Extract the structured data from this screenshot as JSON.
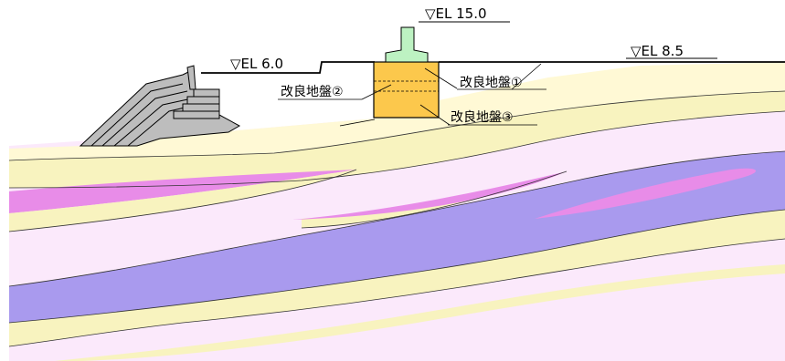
{
  "labels": {
    "el_15": "▽EL 15.0",
    "el_6": "▽EL 6.0",
    "el_8_5": "▽EL 8.5",
    "improved_ground_1": "改良地盤①",
    "improved_ground_2": "改良地盤②",
    "improved_ground_3": "改良地盤③"
  },
  "colors": {
    "cream": "#FFF9D5",
    "light_yellow": "#F8F3BF",
    "light_pink": "#FBE9FB",
    "magenta": "#E88CE8",
    "purple": "#A99AEE",
    "orange_block": "#FCC84C",
    "green_pier": "#BDF2C2",
    "gray_structure": "#BDBDBD",
    "line": "#000000"
  }
}
